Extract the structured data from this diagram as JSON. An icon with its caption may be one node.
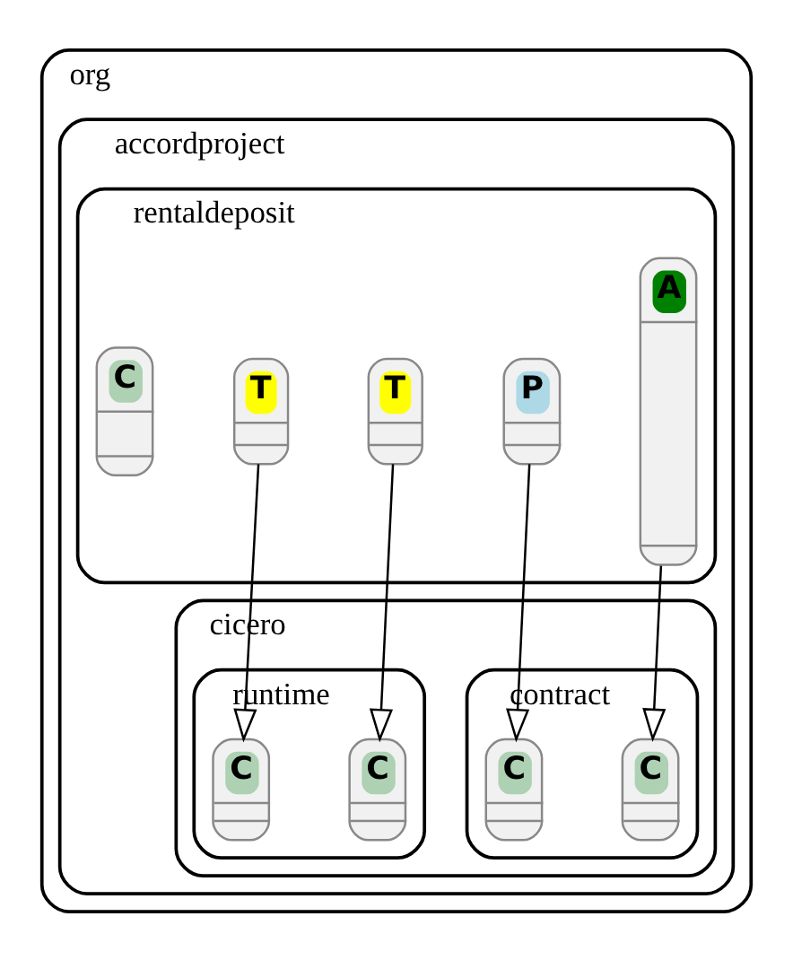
{
  "diagram": {
    "nodes": [
      {
        "text": [
          "org"
        ]
      },
      {
        "text": [
          "accordproject"
        ],
        "in": 0
      },
      {
        "text": [
          "rentaldeposit"
        ],
        "in": 1
      },
      {
        "text": [
          "C"
        ],
        "in": 2
      },
      {
        "text": [
          "T"
        ],
        "in": 2
      },
      {
        "text": [
          "T"
        ],
        "in": 2
      },
      {
        "text": [
          "P"
        ],
        "in": 2
      },
      {
        "text": [
          "A"
        ],
        "in": 2
      },
      {
        "text": [
          "cicero"
        ],
        "in": 1
      },
      {
        "text": [
          "runtime"
        ],
        "in": 8
      },
      {
        "text": [
          "C"
        ],
        "in": 9
      },
      {
        "text": [
          "C"
        ],
        "in": 9
      },
      {
        "text": [
          "contract"
        ],
        "in": 8
      },
      {
        "text": [
          "C"
        ],
        "in": 12
      },
      {
        "text": [
          "C"
        ],
        "in": 12
      }
    ],
    "edges": [
      {
        "from": 4,
        "to": 10,
        "arrow": "to"
      },
      {
        "from": 5,
        "to": 11,
        "arrow": "to"
      },
      {
        "from": 6,
        "to": 13,
        "arrow": "to"
      },
      {
        "from": 7,
        "to": 14,
        "arrow": "to"
      }
    ]
  }
}
